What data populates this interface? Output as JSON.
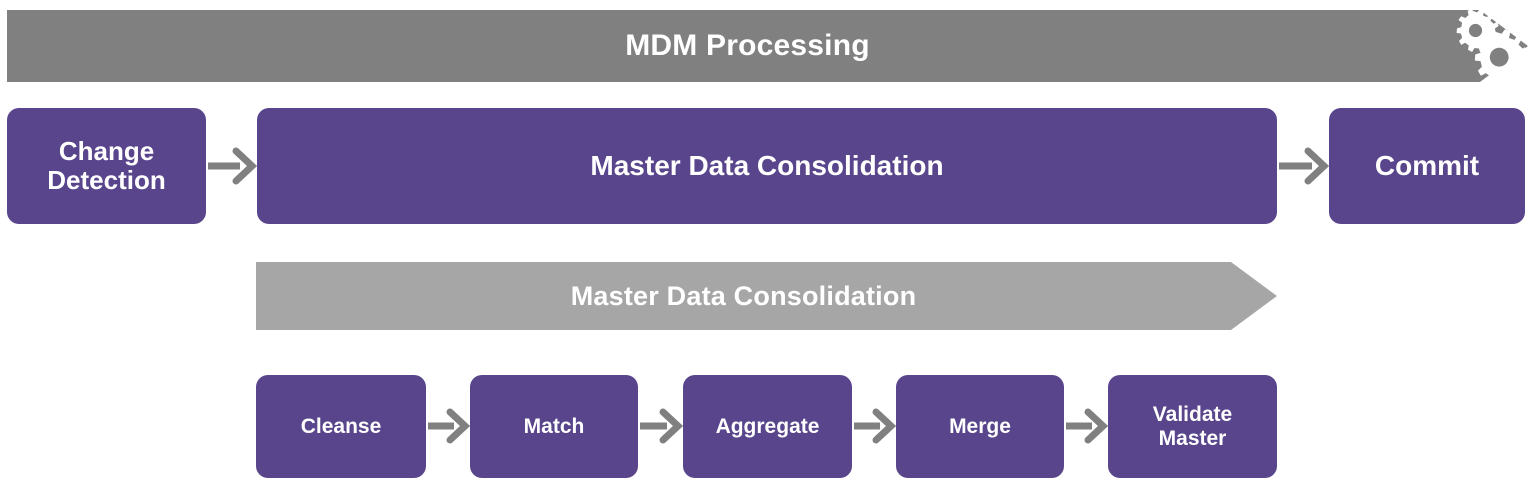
{
  "diagram": {
    "title": "MDM Processing",
    "colors": {
      "banner_dark": "#808080",
      "banner_light": "#a6a6a6",
      "box_purple": "#58458c",
      "arrow_gray": "#808080",
      "text_light": "#ffffff",
      "background": "#ffffff"
    },
    "banners": [
      {
        "id": "top",
        "label": "MDM Processing",
        "icon": "gears-icon"
      },
      {
        "id": "mid",
        "label": "Master Data Consolidation",
        "icon": null
      }
    ],
    "top_flow": {
      "boxes": [
        {
          "id": "change-detection",
          "label": "Change\nDetection"
        },
        {
          "id": "mdc-main",
          "label": "Master Data Consolidation"
        },
        {
          "id": "commit",
          "label": "Commit"
        }
      ],
      "arrows": [
        {
          "id": "cd-to-mdc",
          "from": "change-detection",
          "to": "mdc-main",
          "glyph": "arrow-right-icon"
        },
        {
          "id": "mdc-to-com",
          "from": "mdc-main",
          "to": "commit",
          "glyph": "arrow-right-icon"
        }
      ]
    },
    "sub_flow": {
      "boxes": [
        {
          "id": "cleanse",
          "label": "Cleanse"
        },
        {
          "id": "match",
          "label": "Match"
        },
        {
          "id": "aggregate",
          "label": "Aggregate"
        },
        {
          "id": "merge",
          "label": "Merge"
        },
        {
          "id": "validate-master",
          "label": "Validate\nMaster"
        }
      ],
      "arrows": [
        {
          "id": "cleanse-match",
          "from": "cleanse",
          "to": "match",
          "glyph": "arrow-right-icon"
        },
        {
          "id": "match-aggregate",
          "from": "match",
          "to": "aggregate",
          "glyph": "arrow-right-icon"
        },
        {
          "id": "aggregate-merge",
          "from": "aggregate",
          "to": "merge",
          "glyph": "arrow-right-icon"
        },
        {
          "id": "merge-validate",
          "from": "merge",
          "to": "validate-master",
          "glyph": "arrow-right-icon"
        }
      ]
    }
  }
}
